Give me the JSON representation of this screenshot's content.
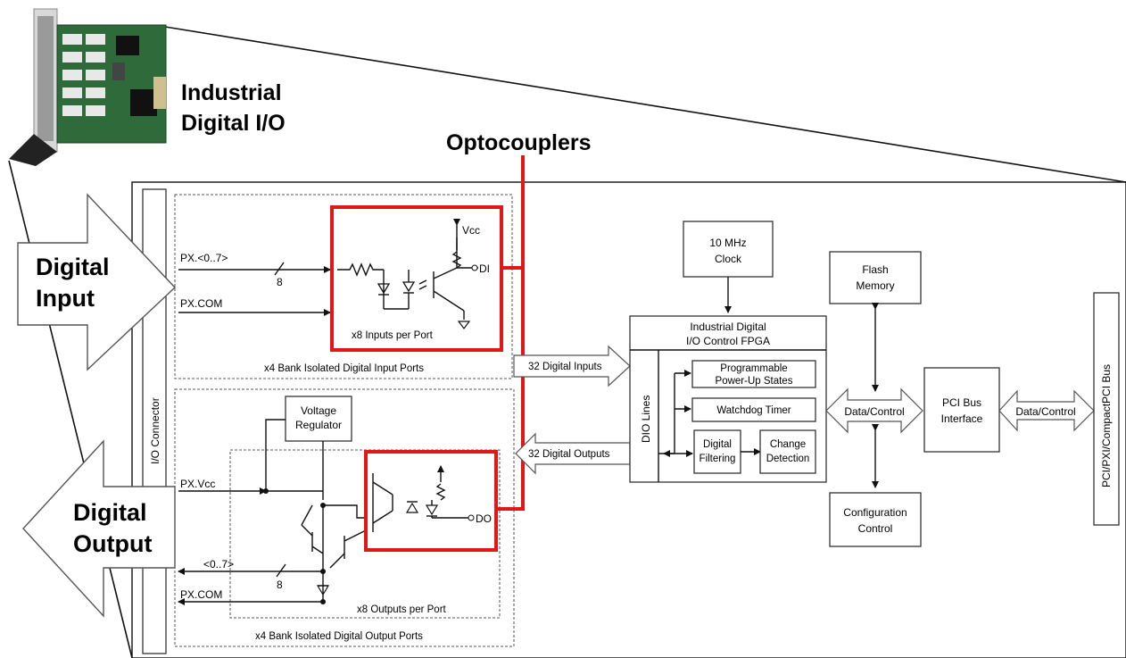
{
  "header": {
    "title_line1": "Industrial",
    "title_line2": "Digital I/O",
    "callout": "Optocouplers"
  },
  "arrows": {
    "input_line1": "Digital",
    "input_line2": "Input",
    "output_line1": "Digital",
    "output_line2": "Output"
  },
  "connector": {
    "label": "I/O Connector"
  },
  "input_section": {
    "signal": "PX.<0..7>",
    "bus_width": "8",
    "common": "PX.COM",
    "vcc": "Vcc",
    "di": "DI",
    "per_port": "x8 Inputs per Port",
    "bank": "x4 Bank Isolated Digital Input Ports"
  },
  "output_section": {
    "regulator_line1": "Voltage",
    "regulator_line2": "Regulator",
    "vcc": "PX.Vcc",
    "signal": "<0..7>",
    "bus_width": "8",
    "common": "PX.COM",
    "do": "DO",
    "per_port": "x8 Outputs per Port",
    "bank": "x4 Bank Isolated Digital Output Ports"
  },
  "buses": {
    "inputs": "32 Digital Inputs",
    "outputs": "32 Digital Outputs"
  },
  "clock": {
    "line1": "10 MHz",
    "line2": "Clock"
  },
  "fpga": {
    "title_line1": "Industrial Digital",
    "title_line2": "I/O Control FPGA",
    "dio_lines": "DIO Lines",
    "powerup_line1": "Programmable",
    "powerup_line2": "Power-Up States",
    "watchdog": "Watchdog Timer",
    "filter_line1": "Digital",
    "filter_line2": "Filtering",
    "change_line1": "Change",
    "change_line2": "Detection"
  },
  "flash": {
    "line1": "Flash",
    "line2": "Memory"
  },
  "config": {
    "line1": "Configuration",
    "line2": "Control"
  },
  "data_control_1": "Data/Control",
  "pci": {
    "line1": "PCI Bus",
    "line2": "Interface"
  },
  "data_control_2": "Data/Control",
  "bus": {
    "label": "PCI/PXI/CompactPCI Bus"
  }
}
